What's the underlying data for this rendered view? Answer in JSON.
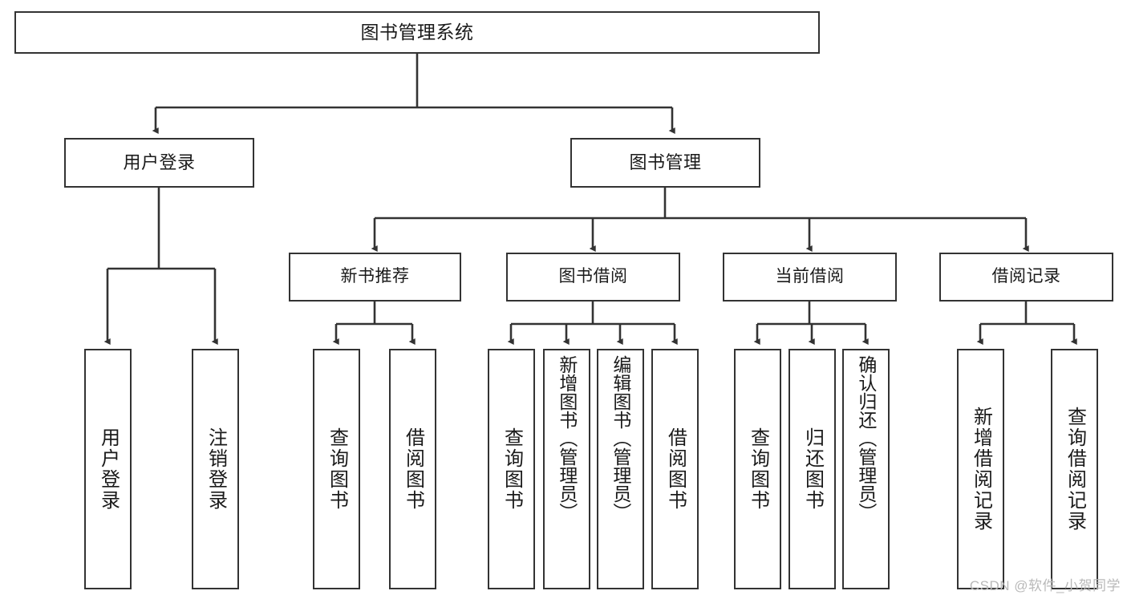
{
  "diagram": {
    "kind": "function-structure-tree",
    "background_color": "#ffffff",
    "node_border_color": "#333333",
    "node_fill_color": "#ffffff",
    "edge_color": "#333333",
    "text_color": "#1a1a1a"
  },
  "root": {
    "label": "图书管理系统"
  },
  "level1": [
    {
      "label": "用户登录"
    },
    {
      "label": "图书管理"
    }
  ],
  "level2": [
    {
      "label": "新书推荐"
    },
    {
      "label": "图书借阅"
    },
    {
      "label": "当前借阅"
    },
    {
      "label": "借阅记录"
    }
  ],
  "leaves": {
    "user_login": [
      {
        "label": "用户登录"
      },
      {
        "label": "注销登录"
      }
    ],
    "new_book_recommend": [
      {
        "label": "查询图书"
      },
      {
        "label": "借阅图书"
      }
    ],
    "book_borrow": [
      {
        "label": "查询图书"
      },
      {
        "label": "新增图书（管理员）"
      },
      {
        "label": "编辑图书（管理员）"
      },
      {
        "label": "借阅图书"
      }
    ],
    "current_borrow": [
      {
        "label": "查询图书"
      },
      {
        "label": "归还图书"
      },
      {
        "label": "确认归还（管理员）"
      }
    ],
    "borrow_record": [
      {
        "label": "新增借阅记录"
      },
      {
        "label": "查询借阅记录"
      }
    ]
  },
  "watermark": {
    "text": "CSDN @软件_小贺同学"
  }
}
